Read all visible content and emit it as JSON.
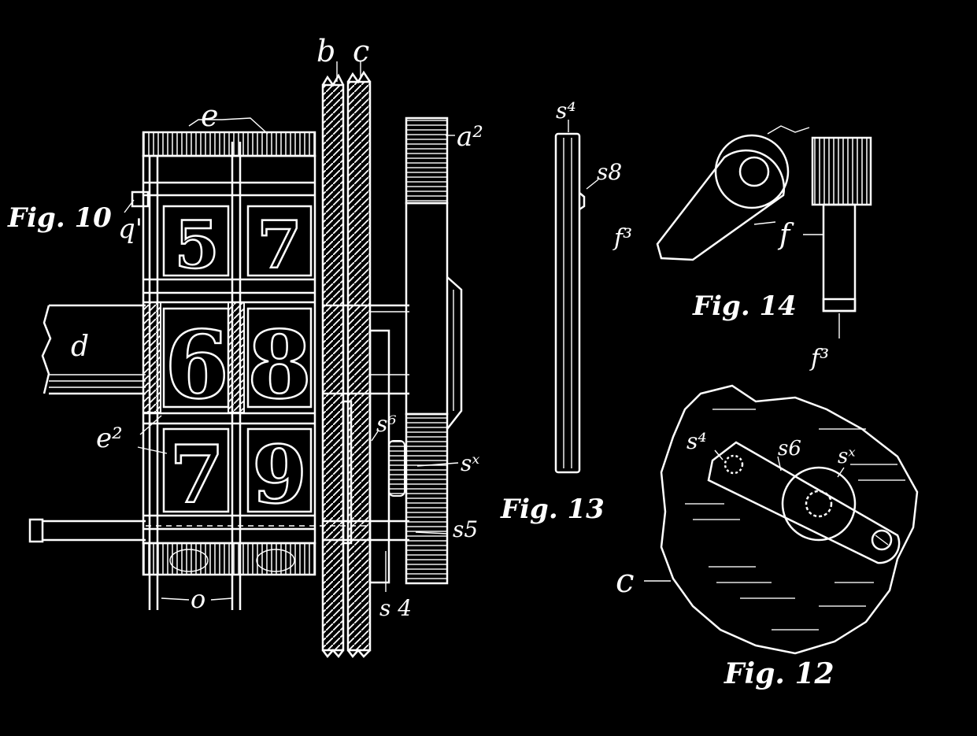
{
  "figures": {
    "fig10": "Fig. 10",
    "fig12": "Fig. 12",
    "fig13": "Fig. 13",
    "fig14": "Fig. 14"
  },
  "labels": {
    "b": "b",
    "c_top": "c",
    "e_top": "e",
    "a2": "a²",
    "q1": "q'",
    "d": "d",
    "e2": "e²",
    "o": "o",
    "s6_left": "s⁶",
    "sx_left": "sˣ",
    "s5": "s5",
    "s4_left": "s 4",
    "s4_fig13": "s⁴",
    "s8": "s8",
    "f3_left": "f³",
    "f": "f",
    "f3_bottom": "f³",
    "s4_fig12": "s⁴",
    "s6_fig12": "s6",
    "sx_fig12": "sˣ",
    "c_fig12": "c"
  },
  "wheel_digits": {
    "top_row": [
      "5",
      "7"
    ],
    "middle_row": [
      "6",
      "8"
    ],
    "bottom_row": [
      "7",
      "9"
    ]
  }
}
